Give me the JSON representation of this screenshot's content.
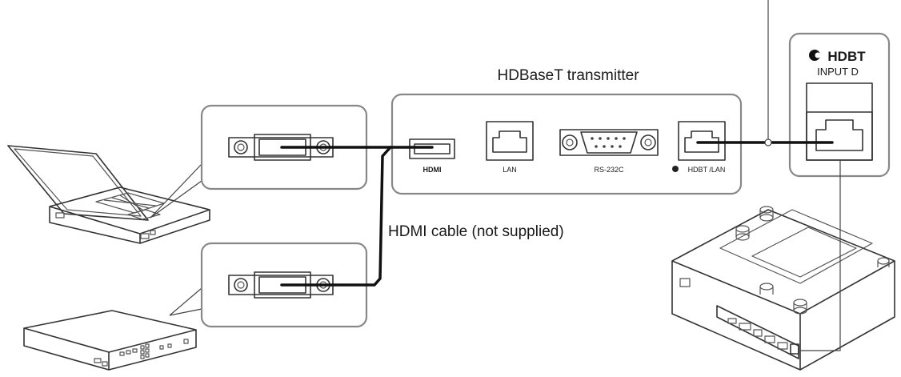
{
  "labels": {
    "transmitter_title": "HDBaseT transmitter",
    "cable_label": "HDMI cable (not supplied)",
    "port_hdmi": "HDMI",
    "port_lan": "LAN",
    "port_rs232c": "RS-232C",
    "port_hdbt_lan": "HDBT /LAN",
    "projector_logo": "HDBT",
    "projector_input": "INPUT D"
  },
  "icons": [
    "laptop-icon",
    "av-device-icon",
    "projector-icon",
    "hdmi-port-icon",
    "lan-port-icon",
    "rs232c-port-icon"
  ],
  "colors": {
    "line": "#333333",
    "cable": "#111111",
    "panel_border": "#888888"
  }
}
